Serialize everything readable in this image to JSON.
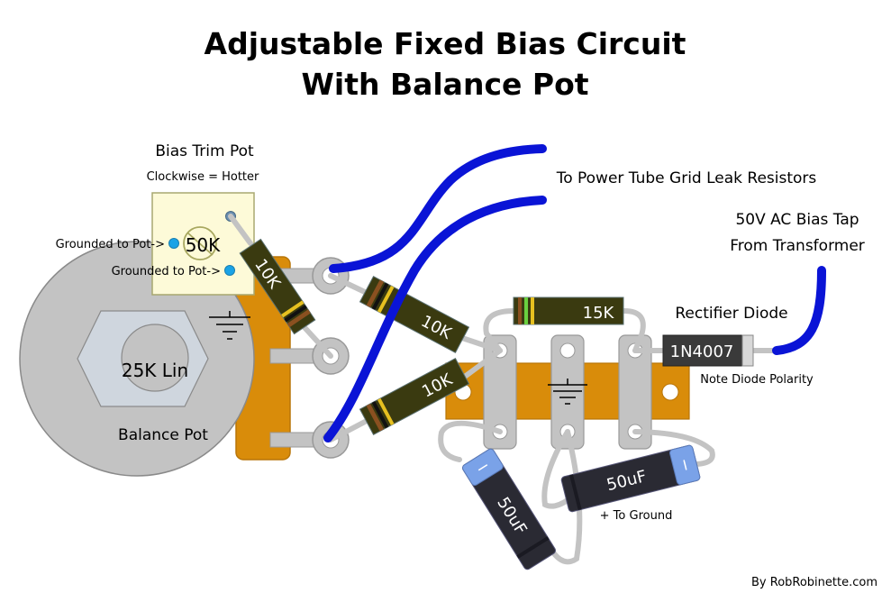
{
  "title": {
    "line1": "Adjustable Fixed Bias Circuit",
    "line2": "With Balance Pot"
  },
  "labels": {
    "bias_trim_pot": "Bias Trim Pot",
    "clockwise_hotter": "Clockwise = Hotter",
    "grounded_to_pot_1": "Grounded to Pot->",
    "grounded_to_pot_2": "Grounded to Pot->",
    "to_power_tube": "To Power Tube Grid Leak Resistors",
    "bias_tap_line1": "50V AC Bias Tap",
    "bias_tap_line2": "From Transformer",
    "rectifier_diode": "Rectifier Diode",
    "note_diode_polarity": "Note Diode Polarity",
    "balance_pot": "Balance Pot",
    "plus_to_ground": "+ To Ground",
    "credit": "By RobRobinette.com"
  },
  "components": {
    "trim_pot_value": "50K",
    "balance_pot_value": "25K Lin",
    "resistor_pot_value": "10K",
    "resistor_upper_value": "10K",
    "resistor_lower_value": "10K",
    "resistor_strip_value": "15K",
    "diode_value": "1N4007",
    "cap_left_value": "50uF",
    "cap_right_value": "50uF",
    "cap_left_polarity": "−",
    "cap_right_polarity": "−"
  },
  "colors": {
    "wire_blue": "#0a14d6",
    "resistor_body": "#3a3a10",
    "pot_gray": "#c3c3c3",
    "strip_orange": "#d98c0a",
    "trim_pot_bg": "#fdfad8",
    "cap_body": "#2a2a33",
    "cap_stripe": "#7aa2e8",
    "diode_body": "#3a3a3a",
    "lug_dot": "#1aa3e6"
  }
}
